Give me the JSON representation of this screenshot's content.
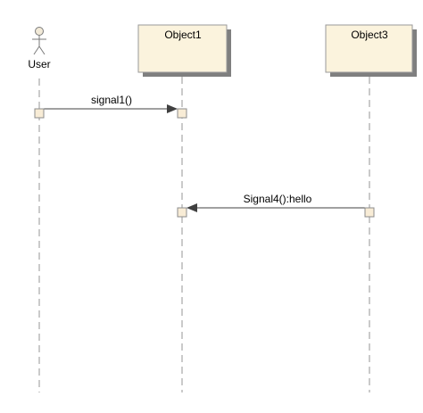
{
  "diagram": {
    "type": "sequence",
    "colors": {
      "object_fill": "#fbf3dd",
      "object_border": "#9a9a9a",
      "object_shadow": "#7f7f7f",
      "lifeline": "#a6a6a6",
      "activation_fill": "#f8ecd6",
      "activation_border": "#8c8c8c",
      "message_line": "#404040",
      "text": "#000000"
    },
    "participants": {
      "user": {
        "label": "User",
        "kind": "actor"
      },
      "object1": {
        "label": "Object1",
        "kind": "object"
      },
      "object3": {
        "label": "Object3",
        "kind": "object"
      }
    },
    "messages": [
      {
        "from": "User",
        "to": "Object1",
        "label": "signal1()"
      },
      {
        "from": "Object3",
        "to": "Object1",
        "label": "Signal4():hello"
      }
    ]
  }
}
